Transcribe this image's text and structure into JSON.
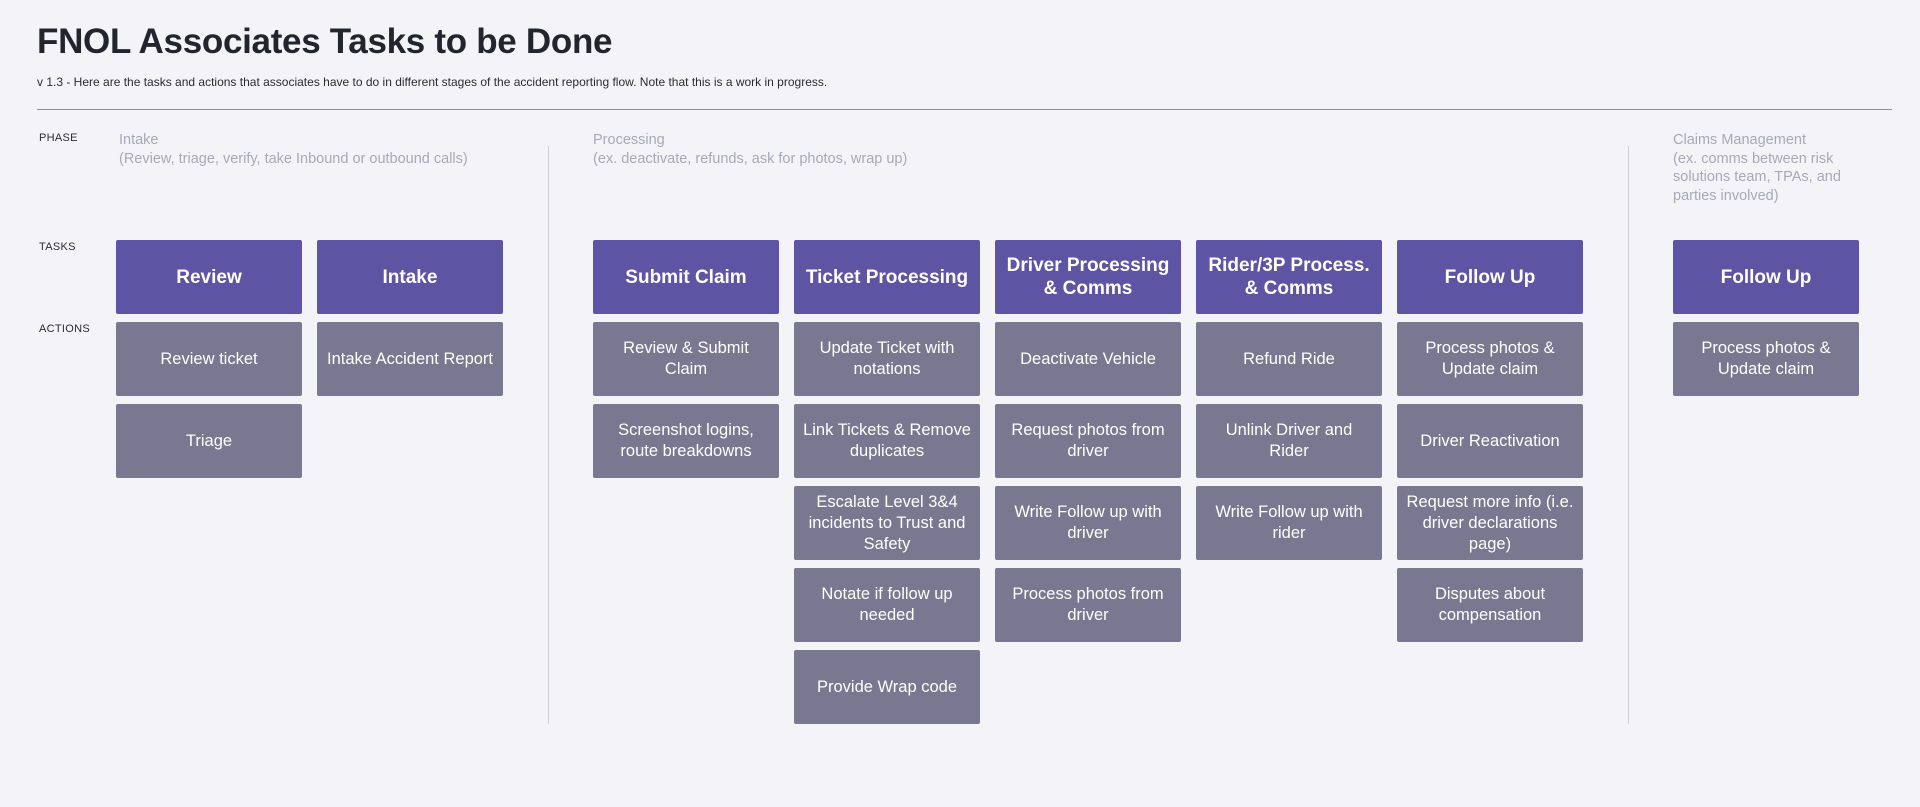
{
  "header": {
    "title": "FNOL Associates Tasks to be Done",
    "subtitle": "v 1.3 - Here are the tasks and actions that associates have to do in different stages of the accident reporting flow. Note that this is a work in progress."
  },
  "row_labels": {
    "phase": "PHASE",
    "tasks": "TASKS",
    "actions": "ACTIONS"
  },
  "phases": [
    {
      "name": "Intake",
      "lines": [
        "(Review, triage, verify, take Inbound or outbound calls)"
      ]
    },
    {
      "name": "Processing",
      "lines": [
        "(ex. deactivate, refunds, ask for photos, wrap up)"
      ]
    },
    {
      "name": "Claims Management",
      "lines": [
        "(ex. comms between risk",
        "solutions team, TPAs, and",
        "parties involved)"
      ]
    }
  ],
  "columns": [
    {
      "task": "Review",
      "actions": [
        "Review ticket",
        "Triage"
      ]
    },
    {
      "task": "Intake",
      "actions": [
        "Intake Accident Report"
      ]
    },
    {
      "task": "Submit Claim",
      "actions": [
        "Review & Submit Claim",
        "Screenshot logins, route breakdowns"
      ]
    },
    {
      "task": "Ticket Processing",
      "actions": [
        "Update Ticket with notations",
        "Link Tickets & Remove duplicates",
        "Escalate Level 3&4 incidents to Trust and Safety",
        "Notate if follow up needed",
        "Provide Wrap code"
      ]
    },
    {
      "task": "Driver Processing & Comms",
      "actions": [
        "Deactivate Vehicle",
        "Request photos from driver",
        "Write Follow up with driver",
        "Process photos from driver"
      ]
    },
    {
      "task": "Rider/3P Process. & Comms",
      "actions": [
        "Refund Ride",
        "Unlink Driver and Rider",
        "Write Follow up with rider"
      ]
    },
    {
      "task": "Follow Up",
      "actions": [
        "Process photos & Update claim",
        "Driver Reactivation",
        "Request more info (i.e. driver declarations page)",
        "Disputes about compensation"
      ]
    },
    {
      "task": "Follow Up",
      "actions": [
        "Process photos & Update claim"
      ]
    }
  ],
  "colors": {
    "task_box": "#5d55a3",
    "action_box": "#797890",
    "background": "#f4f4f8"
  }
}
